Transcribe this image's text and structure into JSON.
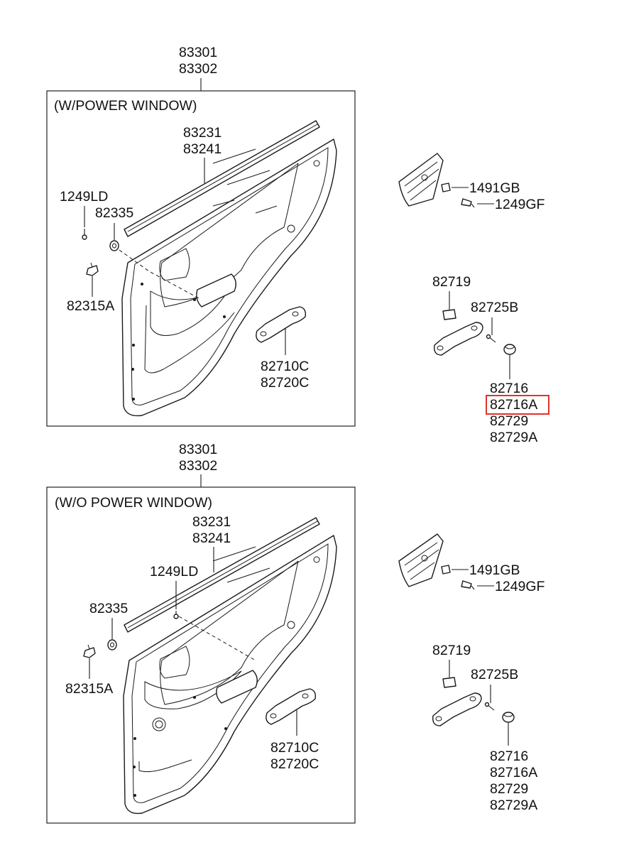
{
  "section_top": {
    "title": "(W/POWER WINDOW)",
    "assembly": [
      "83301",
      "83302"
    ],
    "weatherstrip": [
      "83231",
      "83241"
    ],
    "screw": "1249LD",
    "nut": "82335",
    "clip": "82315A",
    "handle": [
      "82710C",
      "82720C"
    ]
  },
  "section_bottom": {
    "title": "(W/O POWER WINDOW)",
    "assembly": [
      "83301",
      "83302"
    ],
    "weatherstrip": [
      "83231",
      "83241"
    ],
    "screw": "1249LD",
    "nut": "82335",
    "clip": "82315A",
    "handle": [
      "82710C",
      "82720C"
    ]
  },
  "detail_top": {
    "fastener_a": "1491GB",
    "fastener_b": "1249GF",
    "cap": "82719",
    "screw": "82725B",
    "plugs": [
      "82716",
      "82716A",
      "82729",
      "82729A"
    ],
    "highlighted": "82716A"
  },
  "detail_bottom": {
    "fastener_a": "1491GB",
    "fastener_b": "1249GF",
    "cap": "82719",
    "screw": "82725B",
    "plugs": [
      "82716",
      "82716A",
      "82729",
      "82729A"
    ]
  },
  "colors": {
    "line": "#1a1a1a",
    "highlight": "#e0332d",
    "background": "#ffffff"
  }
}
